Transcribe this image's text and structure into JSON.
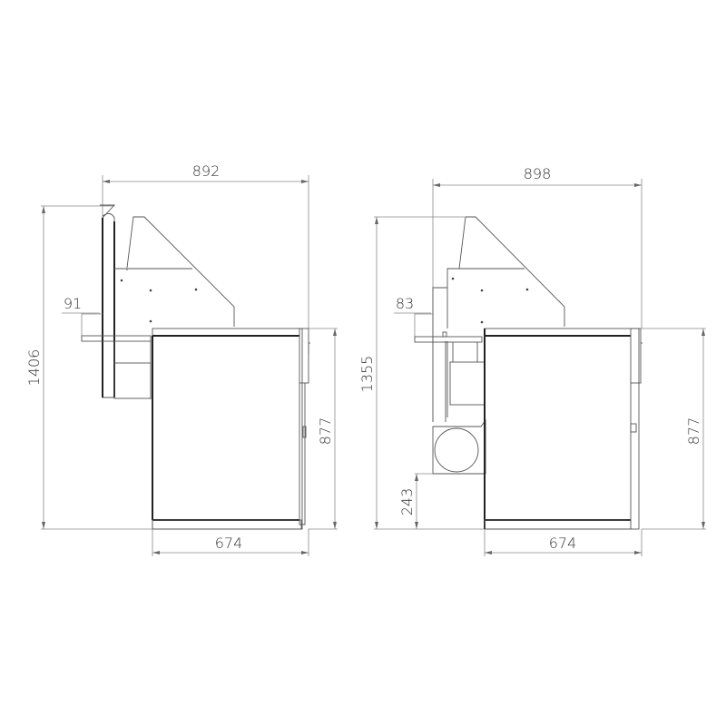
{
  "drawing": {
    "left_view": {
      "overall_width": "892",
      "overall_height": "1406",
      "counter_height": "877",
      "base_width": "674",
      "shelf_overhang": "91"
    },
    "right_view": {
      "overall_width": "898",
      "overall_height": "1355",
      "counter_height": "877",
      "base_width": "674",
      "shelf_overhang": "83",
      "bin_clearance": "243"
    }
  },
  "colors": {
    "line": "#222222",
    "dimension_line": "#8a8a8a",
    "background": "#ffffff"
  }
}
